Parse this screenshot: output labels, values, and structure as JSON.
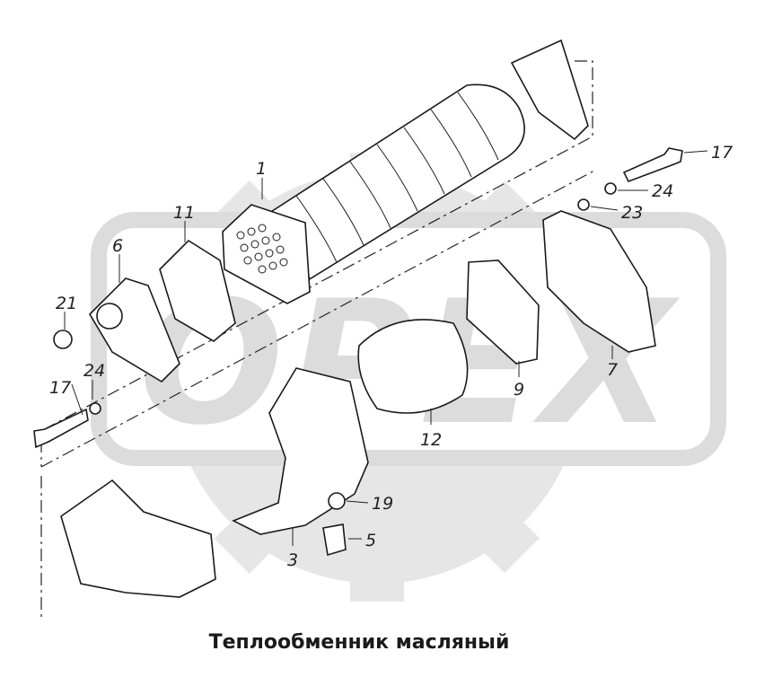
{
  "caption": "Теплообменник масляный",
  "watermark": {
    "text": "OPEX",
    "color": "#d9d9d9"
  },
  "callouts": [
    {
      "id": "1",
      "text": "1"
    },
    {
      "id": "3",
      "text": "3"
    },
    {
      "id": "5",
      "text": "5"
    },
    {
      "id": "6",
      "text": "6"
    },
    {
      "id": "7",
      "text": "7"
    },
    {
      "id": "9",
      "text": "9"
    },
    {
      "id": "11",
      "text": "11"
    },
    {
      "id": "12",
      "text": "12"
    },
    {
      "id": "17a",
      "text": "17"
    },
    {
      "id": "17b",
      "text": "17"
    },
    {
      "id": "19",
      "text": "19"
    },
    {
      "id": "21",
      "text": "21"
    },
    {
      "id": "23",
      "text": "23"
    },
    {
      "id": "24a",
      "text": "24"
    },
    {
      "id": "24b",
      "text": "24"
    }
  ]
}
